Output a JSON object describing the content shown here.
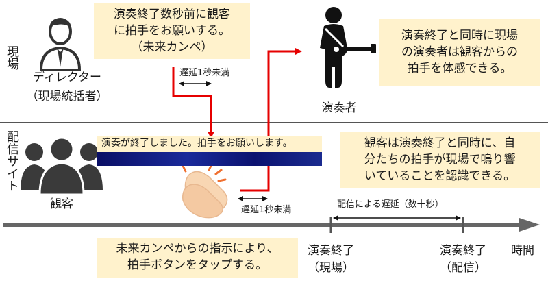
{
  "rows": {
    "venue_label": "現場",
    "stream_label": "配信サイト"
  },
  "people": {
    "director_label": "ディレクター",
    "director_sub": "（現場統括者）",
    "performer_label": "演奏者",
    "audience_label": "観客"
  },
  "notes": {
    "director_note": [
      "演奏終了数秒前に観客",
      "に拍手をお願いする。",
      "（未来カンペ）"
    ],
    "performer_note": [
      "演奏終了と同時に現場",
      "の演奏者は観客からの",
      "拍手を体感できる。"
    ],
    "audience_note": [
      "観客は演奏終了と同時に、自",
      "分たちの拍手が現場で鳴り響",
      "いていることを認識できる。"
    ],
    "tap_note": [
      "未来カンペからの指示により、",
      "拍手ボタンをタップする。"
    ]
  },
  "banner": {
    "text": "演奏が終了しました。拍手をお願いします。"
  },
  "delays": {
    "upper": "遅延1秒未満",
    "lower": "遅延1秒未満",
    "stream": "配信による遅延（数十秒）"
  },
  "timeline": {
    "end_venue": "演奏終了",
    "end_venue_sub": "（現場）",
    "end_stream": "演奏終了",
    "end_stream_sub": "（配信）",
    "axis_label": "時間"
  },
  "colors": {
    "note_bg": "#fff2cc",
    "arrow_red": "#e60000",
    "axis_gray": "#666666",
    "person_dark": "#3a3a3a",
    "banner_blue": "#0a0f66",
    "hand_fill": "#f8d6b3",
    "hand_accent": "#f07030"
  },
  "icons": [
    "director-icon",
    "guitarist-icon",
    "audience-icon",
    "clapping-hands-icon"
  ]
}
